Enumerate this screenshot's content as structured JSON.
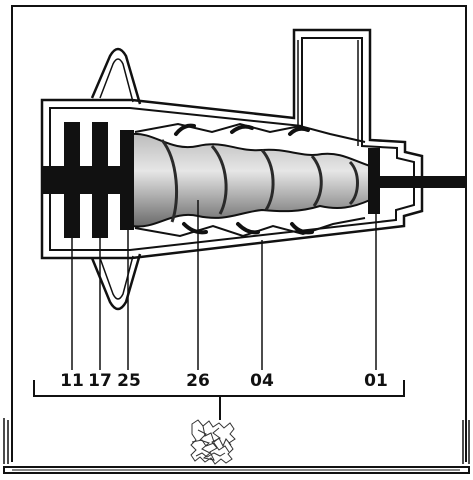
{
  "labels": {
    "l11": "11",
    "l17": "17",
    "l25": "25",
    "l26": "26",
    "l04": "04",
    "l01": "01"
  },
  "colors": {
    "ink": "#111111",
    "screw_dark": "#6e6e6e",
    "screw_light": "#d8d8d8"
  }
}
